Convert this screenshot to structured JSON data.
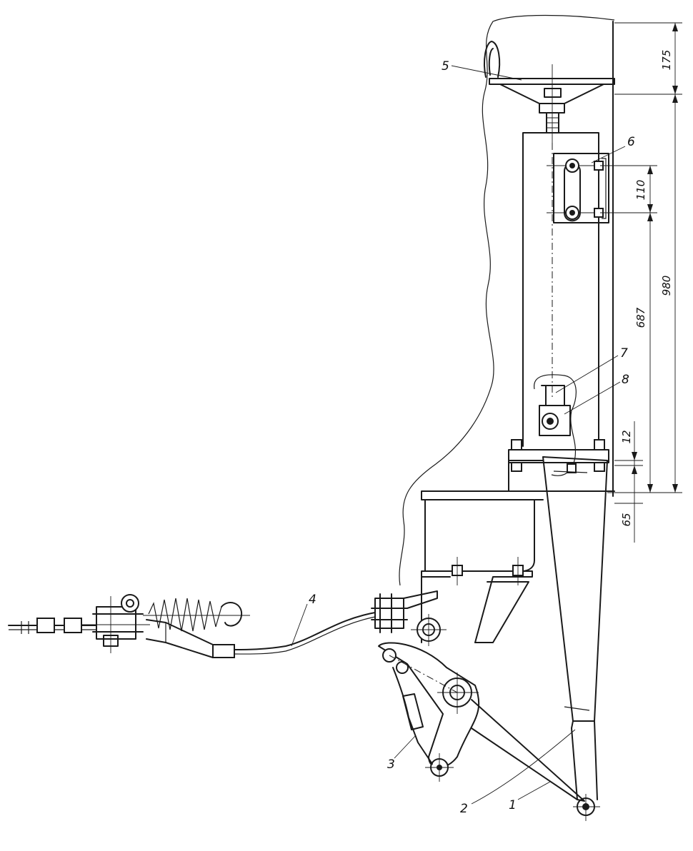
{
  "figure": {
    "callouts": [
      {
        "id": "c1",
        "text": "1"
      },
      {
        "id": "c2",
        "text": "2"
      },
      {
        "id": "c3",
        "text": "3"
      },
      {
        "id": "c4",
        "text": "4"
      },
      {
        "id": "c5",
        "text": "5"
      },
      {
        "id": "c6",
        "text": "6"
      },
      {
        "id": "c7",
        "text": "7"
      },
      {
        "id": "c8",
        "text": "8"
      }
    ],
    "dimensions": [
      {
        "id": "d175",
        "text": "175"
      },
      {
        "id": "d110",
        "text": "110"
      },
      {
        "id": "d980",
        "text": "980"
      },
      {
        "id": "d687",
        "text": "687"
      },
      {
        "id": "d12",
        "text": "12"
      },
      {
        "id": "d65",
        "text": "65"
      }
    ]
  }
}
